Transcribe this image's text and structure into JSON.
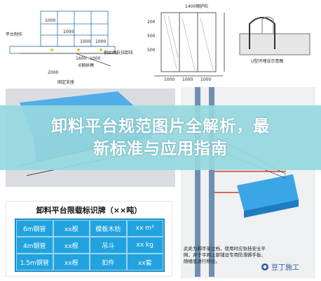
{
  "banner": {
    "line1": "卸料平台规范图片全解析，最",
    "line2": "新标准与应用指南"
  },
  "sign": {
    "title": "卸料平台限载标识牌（××吨）",
    "rows": [
      [
        "6m钢管",
        "xx根",
        "模板木枋",
        "xx m³"
      ],
      [
        "4m钢管",
        "xx根",
        "吊斗",
        "xx kg"
      ],
      [
        "1.5m钢管",
        "xx根",
        "扣件",
        "xx套"
      ]
    ]
  },
  "drawing_1": {
    "labels": [
      "平台制作",
      "1000",
      "1000",
      "1000",
      "1000",
      "1600",
      "1000",
      "2000",
      "6钢丝绳",
      "钢丝绳抗拉卸压",
      "固定支座"
    ]
  },
  "drawing_2": {
    "labels": [
      "1400钢护栏",
      "1000",
      "1000",
      "1000",
      "200",
      "500",
      "500"
    ]
  },
  "drawing_3": {
    "labels": [
      "U型环埋设示意图"
    ]
  },
  "caption": "此处为脚手架立档，使用时应张挂安全平网，并于平网上部铺设专用防滑脚手板，随楼层进行移位。",
  "watermark": "豆丁施工",
  "colors": {
    "banner_bg": "#96d7de",
    "sign_table_bg": "#22a3df",
    "platform_blue": "#3aa6e6"
  }
}
